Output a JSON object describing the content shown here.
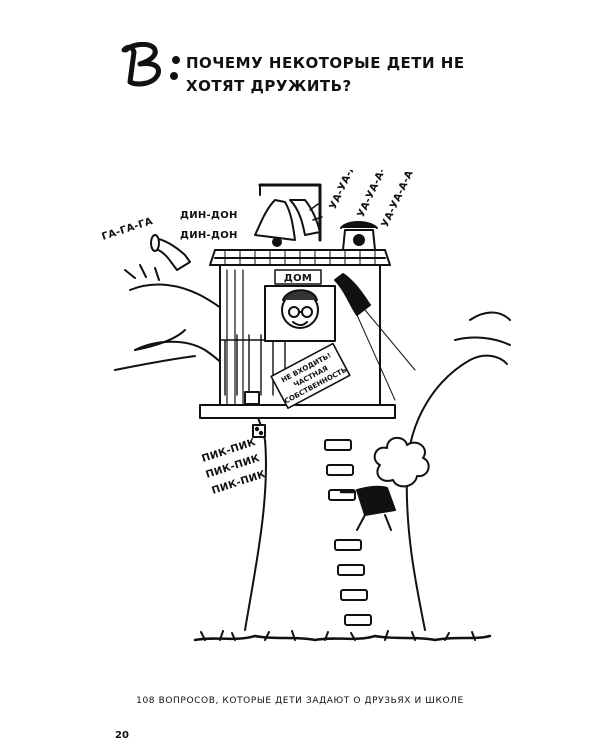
{
  "question": {
    "marker": "В:",
    "title": "Почему некоторые дети не хотят дружить?"
  },
  "illustration": {
    "sounds": {
      "horn": "ГА-ГА-ГА",
      "bell_1": "ДИН-ДОН",
      "bell_2": "ДИН-ДОН",
      "phone_1": "УА-УА-А-А",
      "phone_2": "УА-УА-А-А",
      "phone_3": "УА-УА-А-А",
      "beep_1": "ПИК-ПИК",
      "beep_2": "ПИК-ПИК",
      "beep_3": "ПИК-ПИК"
    },
    "house_sign": "ДОМ",
    "door_sign": [
      "НЕ ВХОДИТЬ!",
      "ЧАСТНАЯ",
      "СОБСТВЕННОСТЬ"
    ]
  },
  "footer": {
    "running_title": "108 вопросов, которые дети задают о друзьях и школе",
    "page_number": "20"
  }
}
